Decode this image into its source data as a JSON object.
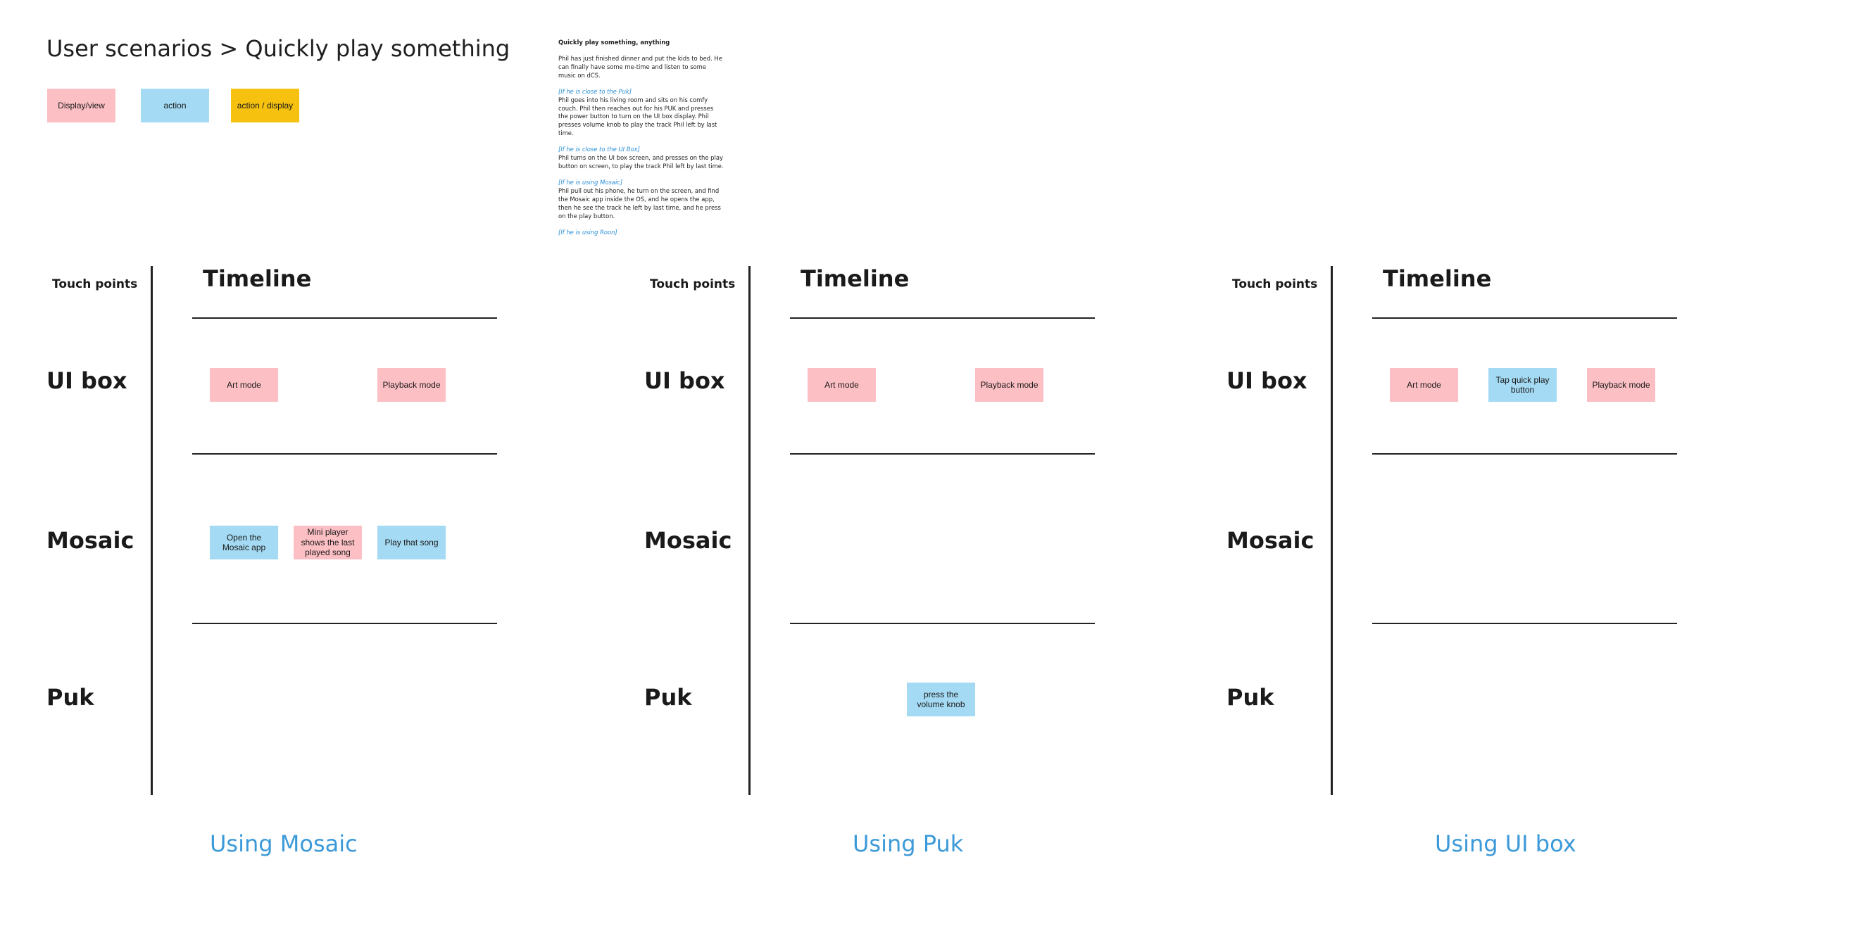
{
  "page_title": "User scenarios > Quickly play something",
  "legend": [
    {
      "label": "Display/view",
      "color": "#fcbfc4"
    },
    {
      "label": "action",
      "color": "#a4daf3"
    },
    {
      "label": "action / display",
      "color": "#f7c20f"
    }
  ],
  "story": {
    "title": "Quickly play something, anything",
    "intro": "Phil has just finished dinner and put the kids to bed. He can finally have some me-time and listen to some music on dCS.",
    "sections": [
      {
        "condition": "[If he is close to the Puk]",
        "text": "Phil goes into his living room and sits on his comfy couch. Phil then reaches out for his PUK and presses the power button to turn on the UI box display. Phil presses volume knob to play the track Phil left by last time."
      },
      {
        "condition": "[If he is close to the UI Box]",
        "text": "Phil turns on the UI box screen, and presses on the play button on screen, to play the track Phil left by last time."
      },
      {
        "condition": "[If he is using Mosaic]",
        "text": "Phil pull out his phone, he turn on the screen, and find the Mosaic app inside the OS, and he opens the app, then he see the track he left by last time, and he press on the play button."
      },
      {
        "condition": "[If he is using Roon]",
        "text": ""
      }
    ]
  },
  "diagrams": [
    {
      "touch_points_label": "Touch points",
      "timeline_label": "Timeline",
      "rows": [
        "UI box",
        "Mosaic",
        "Puk"
      ],
      "caption": "Using Mosaic",
      "notes": {
        "ui_box": [
          "Art mode",
          "Playback mode"
        ],
        "mosaic": [
          "Open the Mosaic app",
          "Mini player shows the last played song",
          "Play that song"
        ],
        "puk": []
      }
    },
    {
      "touch_points_label": "Touch points",
      "timeline_label": "Timeline",
      "rows": [
        "UI box",
        "Mosaic",
        "Puk"
      ],
      "caption": "Using Puk",
      "notes": {
        "ui_box": [
          "Art mode",
          "Playback mode"
        ],
        "mosaic": [],
        "puk": [
          "press the volume knob"
        ]
      }
    },
    {
      "touch_points_label": "Touch points",
      "timeline_label": "Timeline",
      "rows": [
        "UI box",
        "Mosaic",
        "Puk"
      ],
      "caption": "Using UI box",
      "notes": {
        "ui_box": [
          "Art mode",
          "Tap quick play button",
          "Playback mode"
        ],
        "mosaic": [],
        "puk": []
      }
    }
  ]
}
